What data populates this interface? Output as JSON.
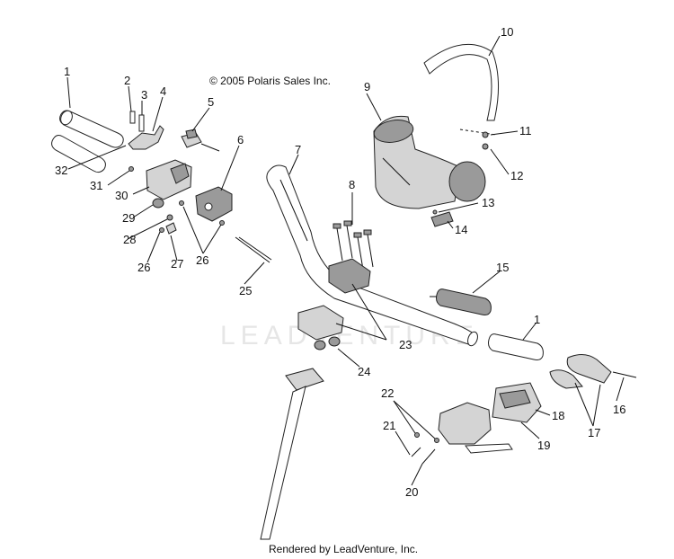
{
  "diagram": {
    "copyright": "© 2005 Polaris Sales Inc.",
    "watermark": "LEADVENTURE",
    "footer": "Rendered by LeadVenture, Inc.",
    "callouts": {
      "c1a": "1",
      "c2": "2",
      "c3": "3",
      "c4": "4",
      "c5": "5",
      "c6": "6",
      "c7": "7",
      "c8": "8",
      "c9": "9",
      "c10": "10",
      "c11": "11",
      "c12": "12",
      "c13": "13",
      "c14": "14",
      "c15": "15",
      "c1b": "1",
      "c16": "16",
      "c17": "17",
      "c18": "18",
      "c19": "19",
      "c20": "20",
      "c21": "21",
      "c22": "22",
      "c23": "23",
      "c24": "24",
      "c25": "25",
      "c26a": "26",
      "c26b": "26",
      "c27": "27",
      "c28": "28",
      "c29": "29",
      "c30": "30",
      "c31": "31",
      "c32": "32"
    }
  }
}
